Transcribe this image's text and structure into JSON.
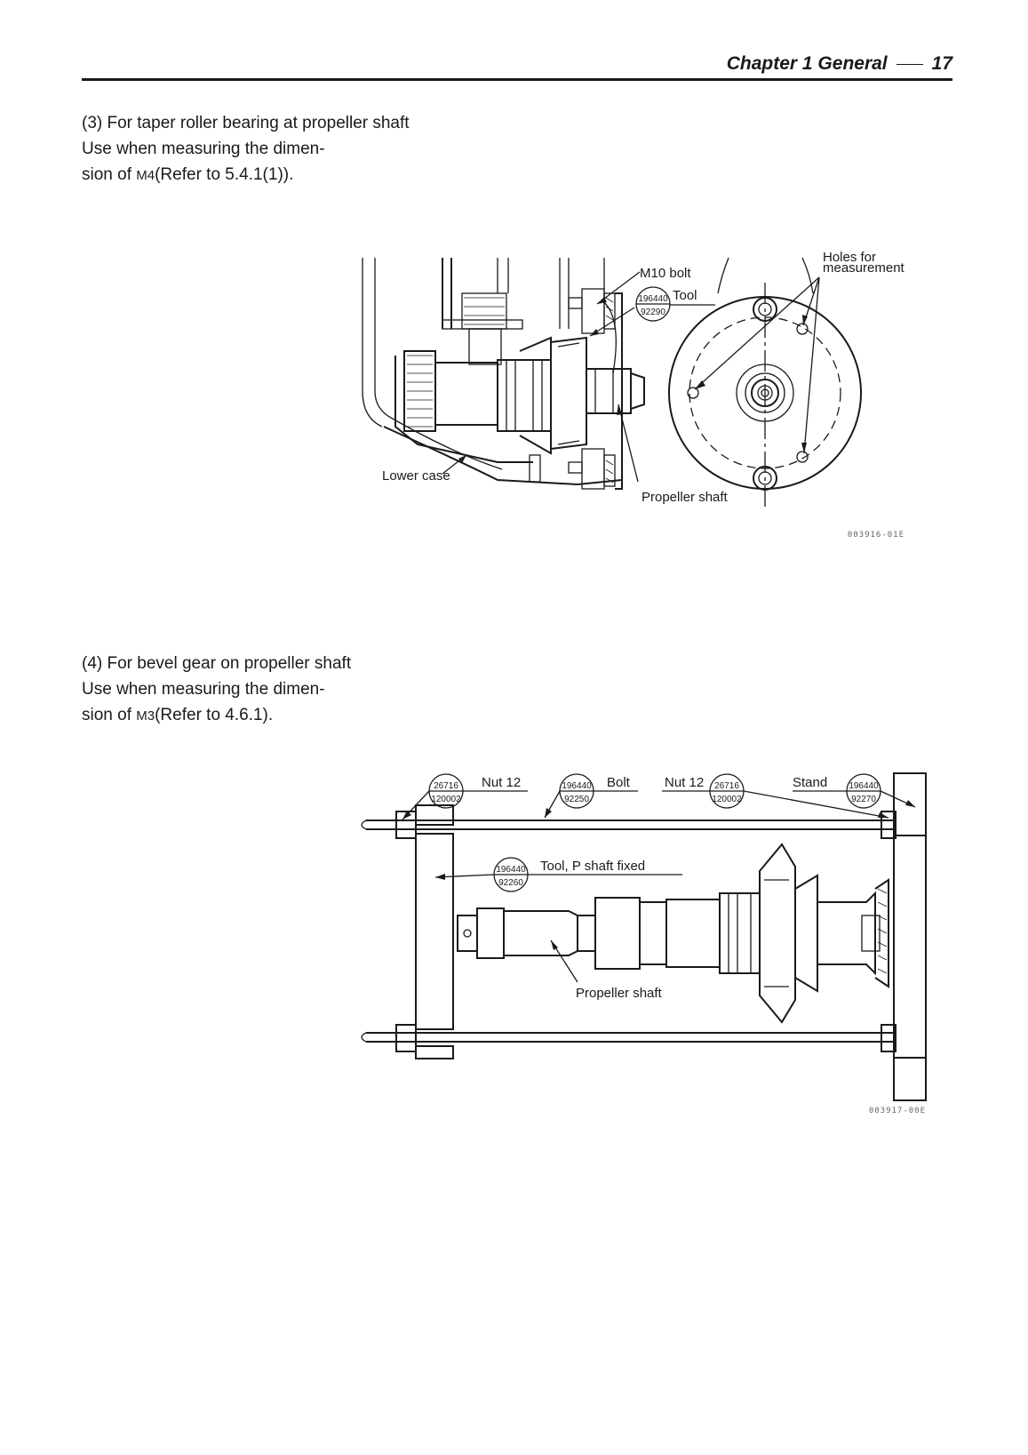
{
  "header": {
    "chapter": "Chapter 1  General",
    "page": "17"
  },
  "section3": {
    "line1": "(3)  For taper roller bearing at propeller shaft",
    "line2": "Use when measuring the dimen-",
    "line3_pre": "sion of ",
    "line3_m": "M4",
    "line3_post": "(Refer to 5.4.1(1))."
  },
  "figure1": {
    "label_m10": "M10 bolt",
    "label_tool": "Tool",
    "circle_tool_top": "196440",
    "circle_tool_bottom": "92290",
    "label_holes1": "Holes for",
    "label_holes2": "measurement",
    "label_lower_case": "Lower case",
    "label_propeller": "Propeller shaft",
    "code": "003916-01E"
  },
  "section4": {
    "line1": "(4)  For bevel gear on propeller shaft",
    "line2": "Use when measuring the dimen-",
    "line3_pre": "sion of ",
    "line3_m": "M3",
    "line3_post": "(Refer to 4.6.1)."
  },
  "figure2": {
    "label_nut1": "Nut 12",
    "c_nut1_top": "26716",
    "c_nut1_bottom": "120002",
    "label_bolt": "Bolt",
    "c_bolt_top": "196440",
    "c_bolt_bottom": "92250",
    "label_nut2": "Nut 12",
    "c_nut2_top": "26716",
    "c_nut2_bottom": "120002",
    "label_stand": "Stand",
    "c_stand_top": "196440",
    "c_stand_bottom": "92270",
    "label_tool": "Tool, P shaft fixed",
    "c_tool_top": "196440",
    "c_tool_bottom": "92260",
    "label_propeller": "Propeller shaft",
    "code": "003917-00E"
  }
}
